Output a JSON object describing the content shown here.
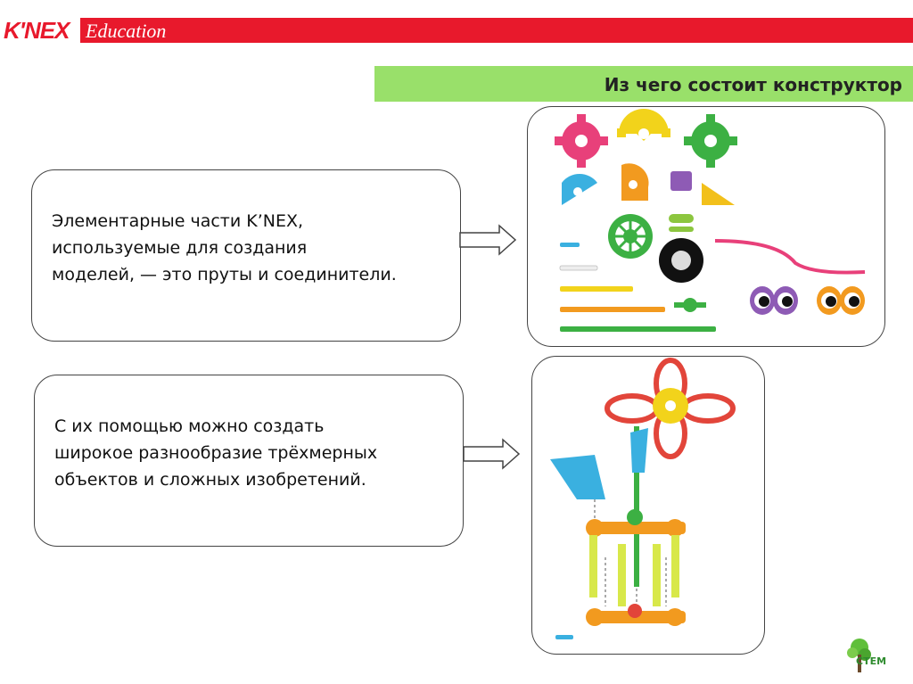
{
  "header": {
    "brand": "K'NEX",
    "brand_sub": "Education"
  },
  "title": "Из чего состоит конструктор",
  "box1": {
    "line1": "Элементарные части K’NEX,",
    "line2": "используемые для создания",
    "line3": "моделей, — это пруты и соединители."
  },
  "box2": {
    "line1": "С их помощью можно создать",
    "line2": "широкое разнообразие трёхмерных",
    "line3": "объектов и сложных изобретений."
  },
  "footer": {
    "logo_text": "СТЕМ"
  },
  "colors": {
    "header_red": "#e8192c",
    "title_green": "#99e06a"
  }
}
